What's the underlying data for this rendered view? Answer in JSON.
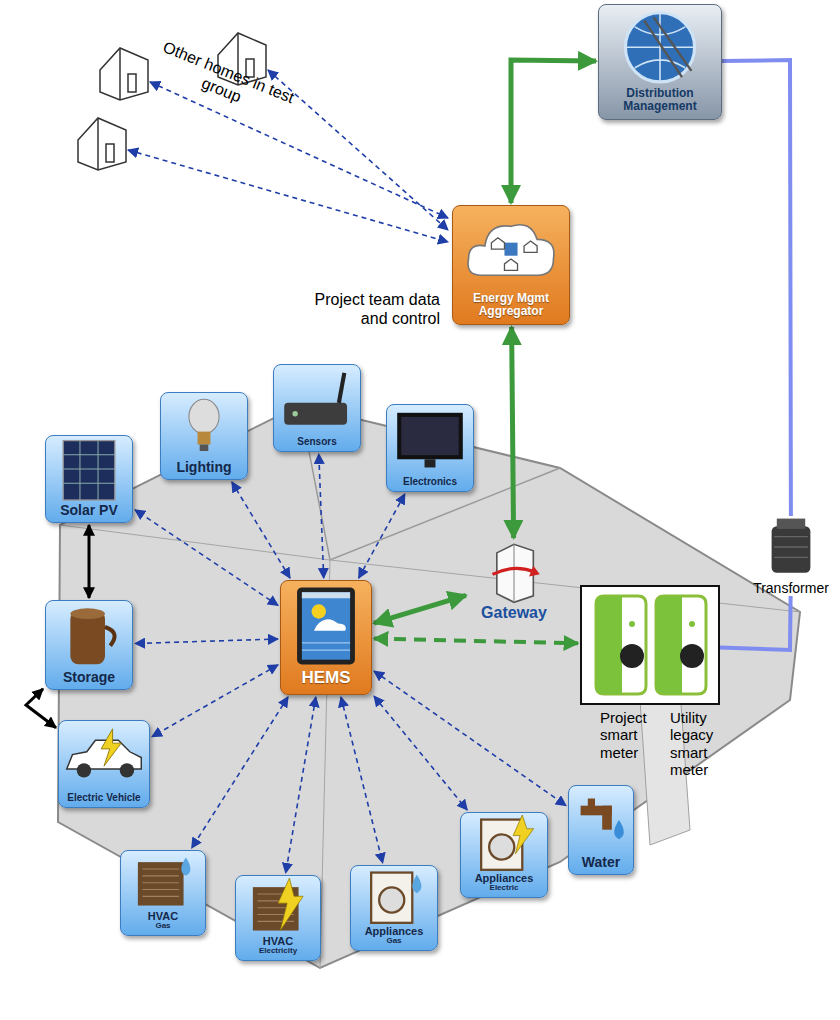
{
  "diagram": {
    "nodes": [
      {
        "text": [
          "Distribution Management"
        ]
      },
      {
        "text": [
          "Energy Mgmt Aggregator"
        ]
      },
      {
        "text": [
          "Lighting"
        ]
      },
      {
        "text": [
          "Sensors"
        ]
      },
      {
        "text": [
          "Electronics"
        ]
      },
      {
        "text": [
          "Solar PV"
        ]
      },
      {
        "text": [
          "Gateway"
        ]
      },
      {
        "text": [
          "Transformer"
        ]
      },
      {
        "text": [
          "Storage"
        ]
      },
      {
        "text": [
          "HEMS"
        ]
      },
      {
        "text": [
          "Project smart meter",
          "Utility legacy smart meter"
        ]
      },
      {
        "text": [
          "Electric Vehicle"
        ]
      },
      {
        "text": [
          "Water"
        ]
      },
      {
        "text": [
          "HVAC",
          "Gas"
        ]
      },
      {
        "text": [
          "HVAC",
          "Electricity"
        ]
      },
      {
        "text": [
          "Appliances",
          "Gas"
        ]
      },
      {
        "text": [
          "Appliances",
          "Electric"
        ]
      }
    ],
    "edges": [
      {
        "from": 1,
        "to": 0,
        "arrow": "both"
      },
      {
        "from": 6,
        "to": 1,
        "arrow": "both"
      },
      {
        "from": 9,
        "to": 6,
        "arrow": "both"
      },
      {
        "from": 9,
        "to": 10,
        "arrow": "both"
      },
      {
        "from": 0,
        "to": 7,
        "arrow": "none"
      },
      {
        "from": 7,
        "to": 10,
        "arrow": "none"
      },
      {
        "from": 9,
        "to": 5,
        "arrow": "both"
      },
      {
        "from": 9,
        "to": 2,
        "arrow": "both"
      },
      {
        "from": 9,
        "to": 3,
        "arrow": "both"
      },
      {
        "from": 9,
        "to": 4,
        "arrow": "both"
      },
      {
        "from": 9,
        "to": 8,
        "arrow": "both"
      },
      {
        "from": 9,
        "to": 11,
        "arrow": "both"
      },
      {
        "from": 9,
        "to": 13,
        "arrow": "both"
      },
      {
        "from": 9,
        "to": 14,
        "arrow": "both"
      },
      {
        "from": 9,
        "to": 15,
        "arrow": "both"
      },
      {
        "from": 9,
        "to": 16,
        "arrow": "both"
      },
      {
        "from": 9,
        "to": 12,
        "arrow": "both"
      },
      {
        "from": 5,
        "to": 8,
        "arrow": "both"
      },
      {
        "from": 8,
        "to": 11,
        "arrow": "both"
      }
    ],
    "labels": [
      "Other homes in test group",
      "Project team data and control"
    ]
  }
}
